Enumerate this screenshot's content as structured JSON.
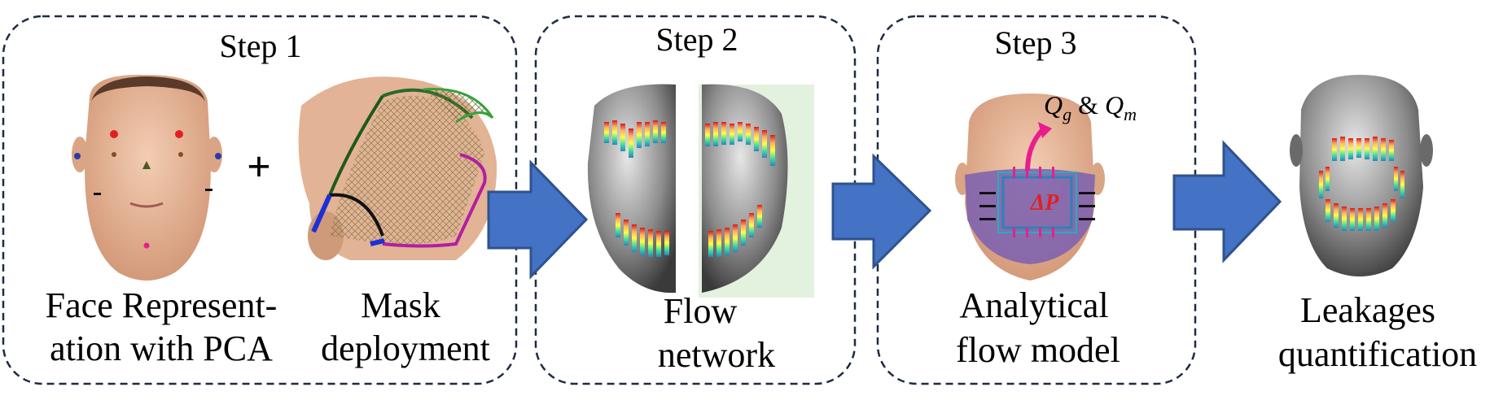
{
  "steps": [
    {
      "title": "Step 1"
    },
    {
      "title": "Step 2"
    },
    {
      "title": "Step 3"
    }
  ],
  "captions": {
    "face_representation": [
      "Face Represent-",
      "ation with PCA"
    ],
    "mask_deployment": [
      "Mask",
      "deployment"
    ],
    "flow_network": [
      "Flow",
      "network"
    ],
    "analytical_flow_model": [
      "Analytical",
      "flow model"
    ],
    "leakages_quantification": [
      "Leakages",
      "quantification"
    ]
  },
  "annotations": {
    "plus_sign": "+",
    "flow_rates": "Q",
    "flow_rate_g": "g",
    "ampersand": " & ",
    "flow_rate_m": "m",
    "pressure_drop": "ΔP"
  },
  "colors": {
    "box_border": "#1f2a44",
    "arrow_fill": "#4472c4",
    "arrow_stroke": "#2f528f",
    "skin": "#e8b99a",
    "head_gray": "#8c8c8c",
    "mask_purple": "#7a5fb0",
    "magenta": "#e91e8c",
    "landmark_red": "#e02020"
  },
  "icons": [
    "face-landmarks-image",
    "mask-deployment-image",
    "flow-network-image",
    "analytical-model-image",
    "leakage-head-image",
    "right-arrow-icon"
  ]
}
